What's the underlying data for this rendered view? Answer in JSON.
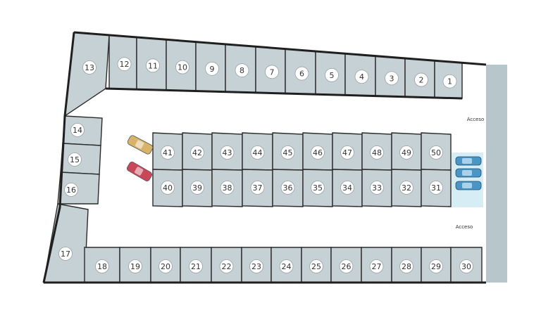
{
  "map": {
    "entrance_labels": [
      "Acceso",
      "Acceso"
    ],
    "spaces": [
      "1",
      "2",
      "3",
      "4",
      "5",
      "6",
      "7",
      "8",
      "9",
      "10",
      "11",
      "12",
      "13",
      "14",
      "15",
      "16",
      "17",
      "18",
      "19",
      "20",
      "21",
      "22",
      "23",
      "24",
      "25",
      "26",
      "27",
      "28",
      "29",
      "30",
      "31",
      "32",
      "33",
      "34",
      "35",
      "36",
      "37",
      "38",
      "39",
      "40",
      "41",
      "42",
      "43",
      "44",
      "45",
      "46",
      "47",
      "48",
      "49",
      "50"
    ],
    "parked_cars": [
      {
        "name": "car-yellow",
        "color": "#d8b36a"
      },
      {
        "name": "car-red",
        "color": "#c8485a"
      }
    ],
    "motorcycle_bay_color": "#d7edf6",
    "motorcycle_color": "#4a95c4",
    "slot_color": "#c5d1d4"
  }
}
